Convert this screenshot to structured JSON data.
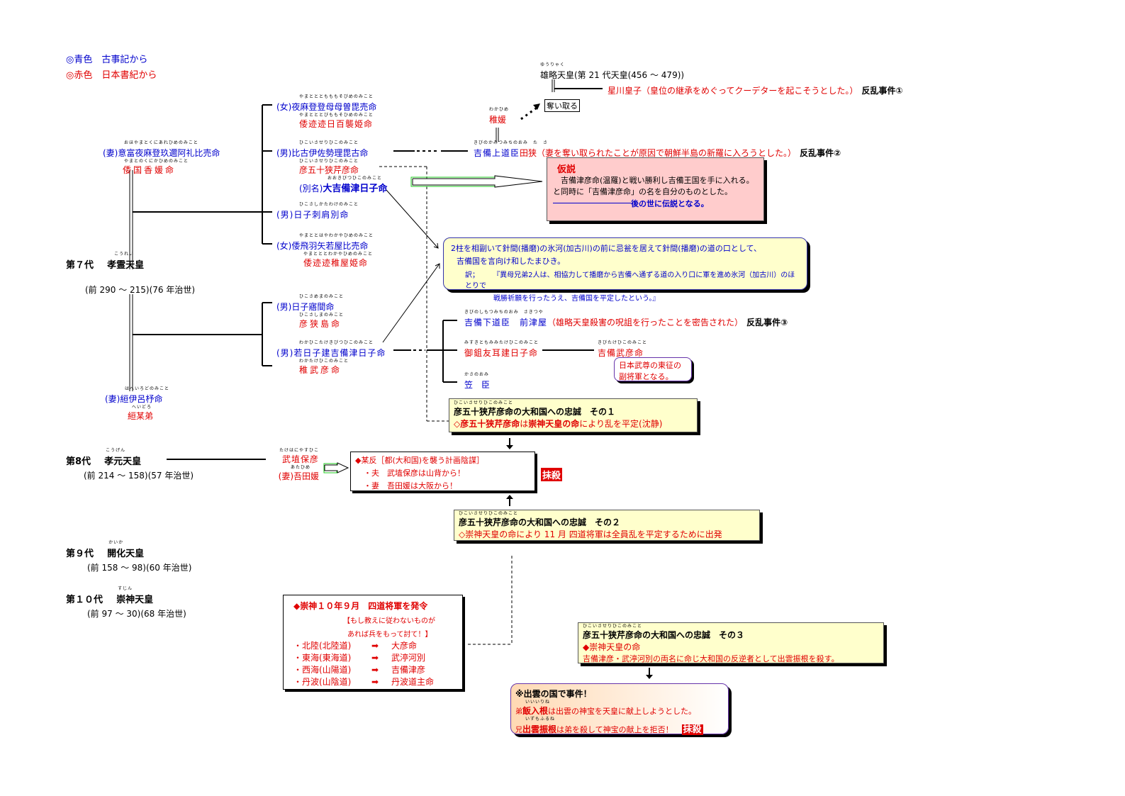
{
  "legend": {
    "blue": "◎青色　古事記から",
    "red": "◎赤色　日本書紀から"
  },
  "emperors": [
    {
      "gen": "第７代",
      "ruby": "こうれい",
      "name": "孝霊天皇",
      "reign": "(前 290 ～ 215)(76 年治世)"
    },
    {
      "gen": "第8代",
      "ruby": "こうげん",
      "name": "孝元天皇",
      "reign": "(前 214 ～ 158)(57 年治世)"
    },
    {
      "gen": "第９代",
      "ruby": "かいか",
      "name": "開化天皇",
      "reign": "(前 158 ～ 98)(60 年治世)"
    },
    {
      "gen": "第１０代",
      "ruby": "すじん",
      "name": "崇神天皇",
      "reign": "(前 97 ～ 30)(68 年治世)"
    }
  ],
  "wife1": {
    "ruby": "おほやまとくにあれひめのみこと",
    "kojiki": "(妻)意富夜麻登玖邇阿礼比売命",
    "ruby2": "やまとのくにかひめのみこと",
    "nihonshoki": "倭国香媛命"
  },
  "wife2": {
    "ruby": "はへいろどのみこと",
    "kojiki": "(妻)絙伊呂杼命",
    "ruby2": "へいどろ",
    "nihonshoki": "絙某弟"
  },
  "children1": [
    {
      "ruby": "やまととともももそびめのみこと",
      "kojiki": "(女)夜麻登登母母曽毘売命",
      "ruby2": "やまとととびももそひめのみこと",
      "nihonshoki": "倭迹迹日百襲姫命"
    },
    {
      "ruby": "ひこいさせりひこのみこと",
      "kojiki": "(男)比古伊佐勢理毘古命",
      "ruby2": "ひこいさせりひこのみこと",
      "nihonshoki": "彦五十狭芹彦命",
      "alias_ruby": "おおきびつひこのみこと",
      "alias_label": "(別名)",
      "alias": "大吉備津日子命"
    },
    {
      "ruby": "ひこさしかたわけのみこと",
      "kojiki": "(男)日子刺肩別命"
    },
    {
      "ruby": "やまととはやわかやひめのみこと",
      "kojiki": "(女)倭飛羽矢若屋比売命",
      "ruby2": "やまとととわかやひめのみこと",
      "nihonshoki": "倭迹迹稚屋姫命"
    }
  ],
  "children2": [
    {
      "ruby": "ひこさめまのみこと",
      "kojiki": "(男)日子寤間命",
      "ruby2": "ひこさしまのみこと",
      "nihonshoki": "彦狭島命"
    },
    {
      "ruby": "わかひこたけきびつひこのみこと",
      "kojiki": "(男)若日子建吉備津日子命",
      "ruby2": "わかたけひこのみこと",
      "nihonshoki": "稚武彦命"
    }
  ],
  "yuryaku": {
    "ruby": "ゆうりゃく",
    "name": "雄略天皇(第 21 代天皇(456 ～ 479))"
  },
  "hoshikawa": {
    "text": "星川皇子（皇位の継承をめぐってクーデターを起こそうとした。）",
    "event": "反乱事件①"
  },
  "usurp_label": "奪い取る",
  "wakahime": {
    "ruby": "わかひめ",
    "name": "稚媛"
  },
  "kamitsumichi": {
    "ruby": "きびのかみつみちのおみ　た　さ",
    "blue": "吉備上道臣",
    "red": "田狭（妻を奪い取られたことが原因で朝鮮半島の新羅に入ろうとした。）",
    "event": "反乱事件②"
  },
  "hypothesis": {
    "title": "仮説",
    "body": "　吉備津彦命(温羅)と戦い勝利し吉備王国を手に入れる。と同時に「吉備津彦命」の名を自分のものとした。",
    "footer": "後の世に伝説となる。"
  },
  "harima": {
    "line1": "2柱を相副いて針間(播磨)の氷河(加古川)の前に忌瓮を居えて針間(播磨)の道の口として、",
    "line2": "吉備国を言向け和したまひき。",
    "trans_label": "訳；",
    "trans1": "『異母兄弟2人は、相協力して播磨から吉備へ通ずる道の入り口に軍を進め氷河（加古川）のほとりで",
    "trans2": "戦勝祈願を行ったうえ、吉備国を平定したという。』"
  },
  "shimotsumichi": {
    "ruby": "きびのしもつみちのおみ　さきつや",
    "blue": "吉備下道臣　前津屋",
    "red": "（雄略天皇殺害の呪詛を行ったことを密告された）",
    "event": "反乱事件③"
  },
  "misuki": {
    "ruby": "みすきともみみたけひこのみこと",
    "name": "御鉏友耳建日子命"
  },
  "kibitakehiko": {
    "ruby": "きびたけひこのみこと",
    "name": "吉備武彦命"
  },
  "yamatotakeru_note": "日本武尊の東征の副将軍となる。",
  "kasa": {
    "ruby": "かさのおみ",
    "name": "笠　臣"
  },
  "loyalty1": {
    "ruby": "ひこいさせりひこのみこと",
    "title": "彦五十狭芹彦命の大和国への忠誠　その１",
    "line_a": "◇彦五十狭芹彦命",
    "line_b": "は",
    "line_c": "崇神天皇の命",
    "line_d": "により乱を平定(沈静)"
  },
  "takehani": {
    "ruby": "たけはにやすひこ",
    "name": "武埴保彦",
    "wife_ruby": "あたひめ",
    "wife": "(妻)吾田媛"
  },
  "plot": {
    "title": "◆某反［都(大和国)を襲う計画陰謀］",
    "item1": "・夫　武埴保彦は山背から！",
    "item2": "・妻　吾田媛は大阪から！",
    "kill": "抹殺"
  },
  "loyalty2": {
    "ruby": "ひこいさせりひこのみこと",
    "title": "彦五十狭芹彦命の大和国への忠誠　その２",
    "line": "◇崇神天皇の命により 11 月 四道将軍は全員乱を平定するために出発"
  },
  "shido": {
    "title": "◆崇神１０年９月　四道将軍を発令",
    "note1": "【もし教えに従わないものが",
    "note2": "あれば兵をもって討て！】",
    "items": [
      {
        "region": "・北陸(北陸道)",
        "general": "大彦命"
      },
      {
        "region": "・東海(東海道)",
        "general": "武渟河別"
      },
      {
        "region": "・西海(山陽道)",
        "general": "吉備津彦"
      },
      {
        "region": "・丹波(山陰道)",
        "general": "丹波道主命"
      }
    ],
    "arrow": "➡"
  },
  "loyalty3": {
    "ruby": "ひこいさせりひこのみこと",
    "title": "彦五十狭芹彦命の大和国への忠誠　その３",
    "line1": "◆崇神天皇の命",
    "line2": "吉備津彦・武渟河別の両名に命じ大和国の反逆者として出雲振根を殺す。"
  },
  "izumo": {
    "title": "※出雲の国で事件！",
    "ruby1": "いいいりね",
    "l1_prefix": "弟",
    "l1_name": "飯入根",
    "l1_rest": "は出雲の神宝を天皇に献上しようとした。",
    "ruby2": "いずもふるね",
    "l2_prefix": "兄",
    "l2_name": "出雲振根",
    "l2_rest": "は弟を殺して神宝の献上を拒否！",
    "kill": "抹殺"
  },
  "arrow_down": "↓",
  "arrow_up": "↑"
}
